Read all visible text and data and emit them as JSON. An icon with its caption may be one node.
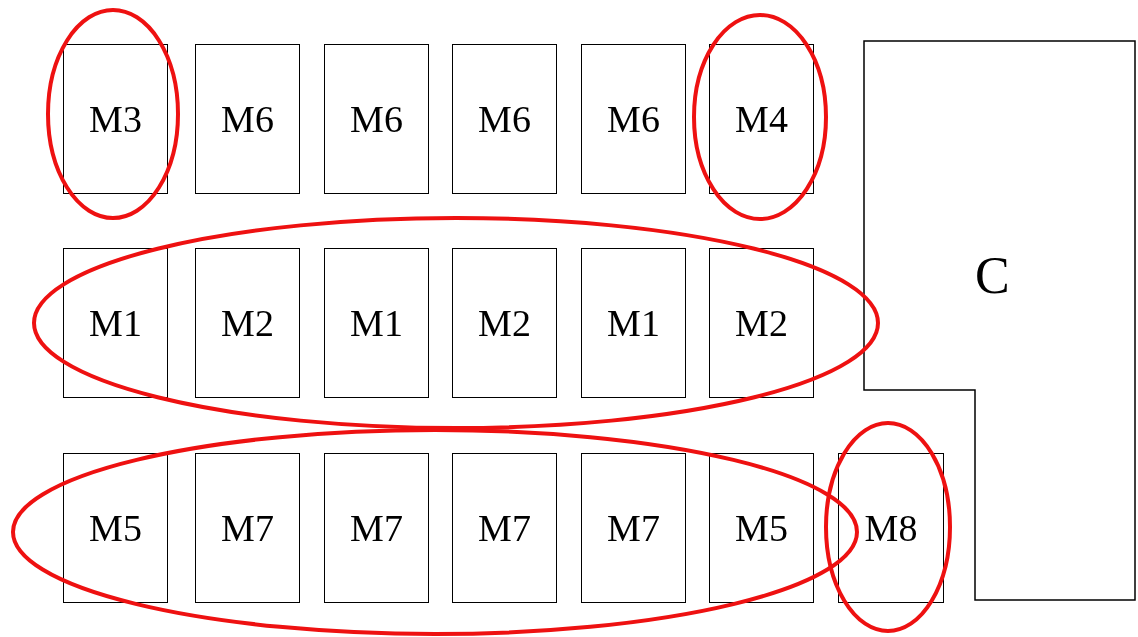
{
  "diagram": {
    "nodes": [
      {
        "text": [
          "M3"
        ]
      },
      {
        "text": [
          "M6"
        ]
      },
      {
        "text": [
          "M6"
        ]
      },
      {
        "text": [
          "M6"
        ]
      },
      {
        "text": [
          "M6"
        ]
      },
      {
        "text": [
          "M4"
        ]
      },
      {
        "text": [
          "C"
        ]
      },
      {
        "text": [
          "M1"
        ]
      },
      {
        "text": [
          "M2"
        ]
      },
      {
        "text": [
          "M1"
        ]
      },
      {
        "text": [
          "M2"
        ]
      },
      {
        "text": [
          "M1"
        ]
      },
      {
        "text": [
          "M2"
        ]
      },
      {
        "text": [
          "M5"
        ]
      },
      {
        "text": [
          "M7"
        ]
      },
      {
        "text": [
          "M7"
        ]
      },
      {
        "text": [
          "M7"
        ]
      },
      {
        "text": [
          "M7"
        ]
      },
      {
        "text": [
          "M5"
        ]
      },
      {
        "text": [
          "M8"
        ]
      }
    ]
  }
}
